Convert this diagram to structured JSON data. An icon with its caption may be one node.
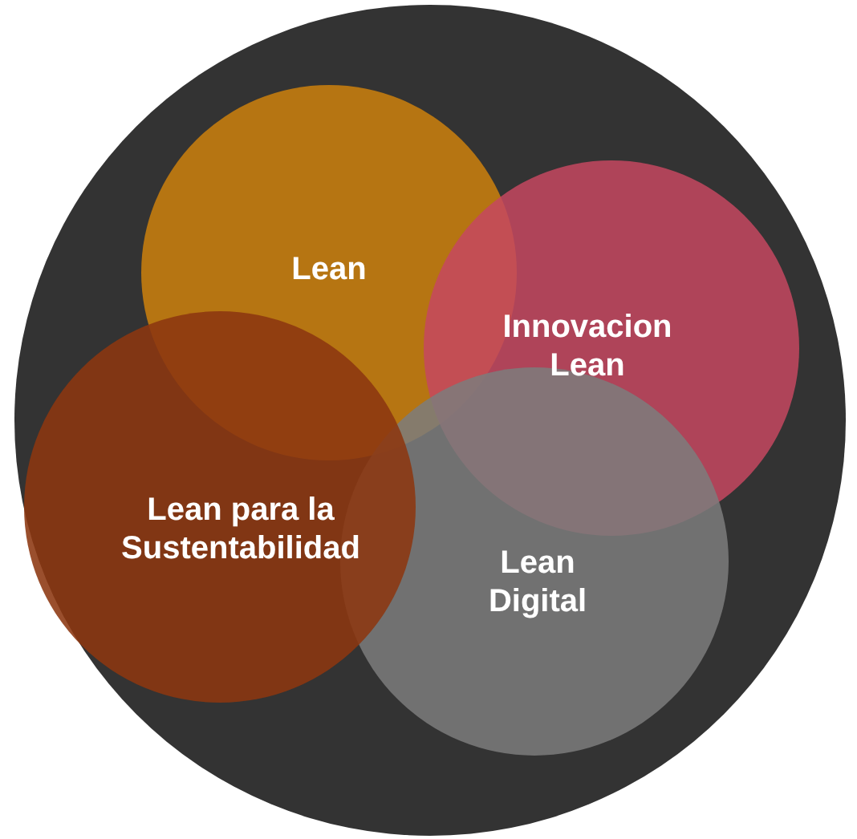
{
  "diagram": {
    "nodes": [
      {
        "text": [],
        "shape": "circle"
      },
      {
        "text": [
          "Lean"
        ],
        "in": 0
      },
      {
        "text": [
          "Innovacion Lean"
        ],
        "in": 0
      },
      {
        "text": [
          "Lean Digital"
        ],
        "in": 0
      },
      {
        "text": [
          "Lean para la Sustentabilidad"
        ],
        "in": 0
      }
    ]
  }
}
